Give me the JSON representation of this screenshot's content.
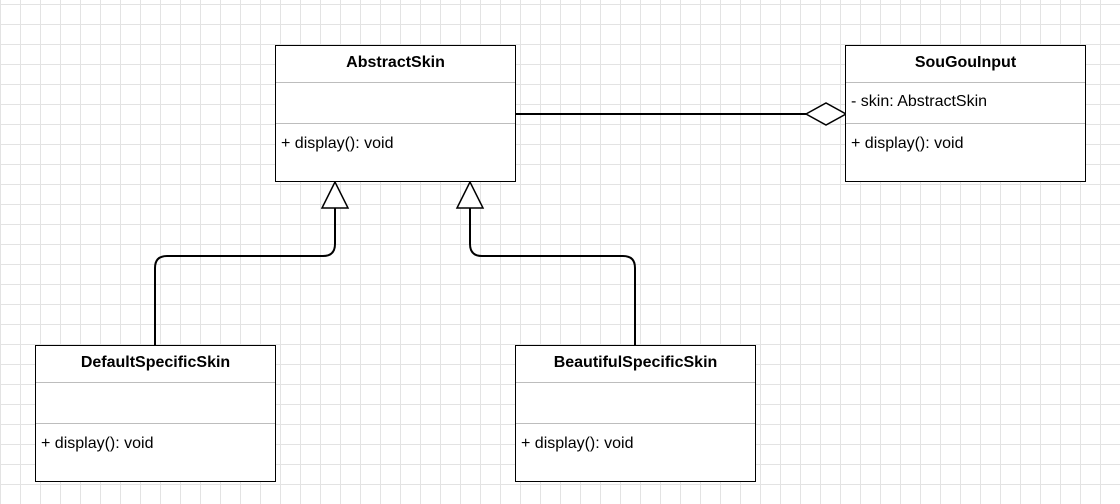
{
  "diagram": {
    "classes": [
      {
        "id": "abstract-skin",
        "name": "AbstractSkin",
        "attributes": [],
        "operations": [
          "+ display(): void"
        ]
      },
      {
        "id": "sougou-input",
        "name": "SouGouInput",
        "attributes": [
          "- skin: AbstractSkin"
        ],
        "operations": [
          "+ display(): void"
        ]
      },
      {
        "id": "default-specific-skin",
        "name": "DefaultSpecificSkin",
        "attributes": [],
        "operations": [
          "+ display(): void"
        ]
      },
      {
        "id": "beautiful-specific-skin",
        "name": "BeautifulSpecificSkin",
        "attributes": [],
        "operations": [
          "+ display(): void"
        ]
      }
    ],
    "relations": [
      {
        "type": "generalization",
        "from": "DefaultSpecificSkin",
        "to": "AbstractSkin"
      },
      {
        "type": "generalization",
        "from": "BeautifulSpecificSkin",
        "to": "AbstractSkin"
      },
      {
        "type": "aggregation",
        "whole": "SouGouInput",
        "part": "AbstractSkin"
      }
    ]
  }
}
